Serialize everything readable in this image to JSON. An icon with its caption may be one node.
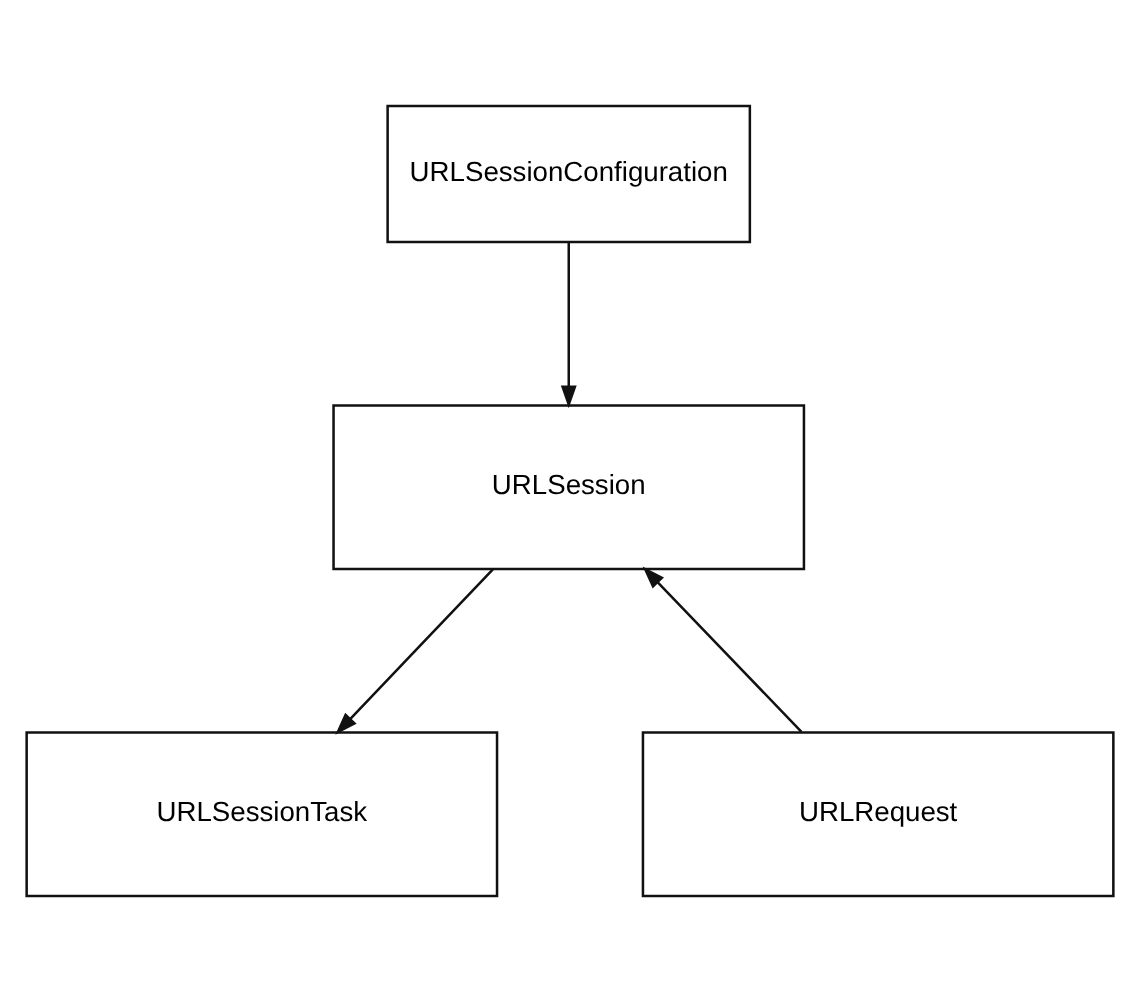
{
  "diagram": {
    "nodes": [
      {
        "text": [
          "URLSessionConfiguration"
        ]
      },
      {
        "text": [
          "URLSession"
        ]
      },
      {
        "text": [
          "URLRequest"
        ]
      },
      {
        "text": [
          "URLSessionTask"
        ]
      }
    ],
    "edges": [
      {
        "from": 0,
        "to": 1,
        "arrow": "to"
      },
      {
        "from": 2,
        "to": 1,
        "arrow": "to"
      },
      {
        "from": 1,
        "to": 3,
        "arrow": "to"
      }
    ]
  }
}
